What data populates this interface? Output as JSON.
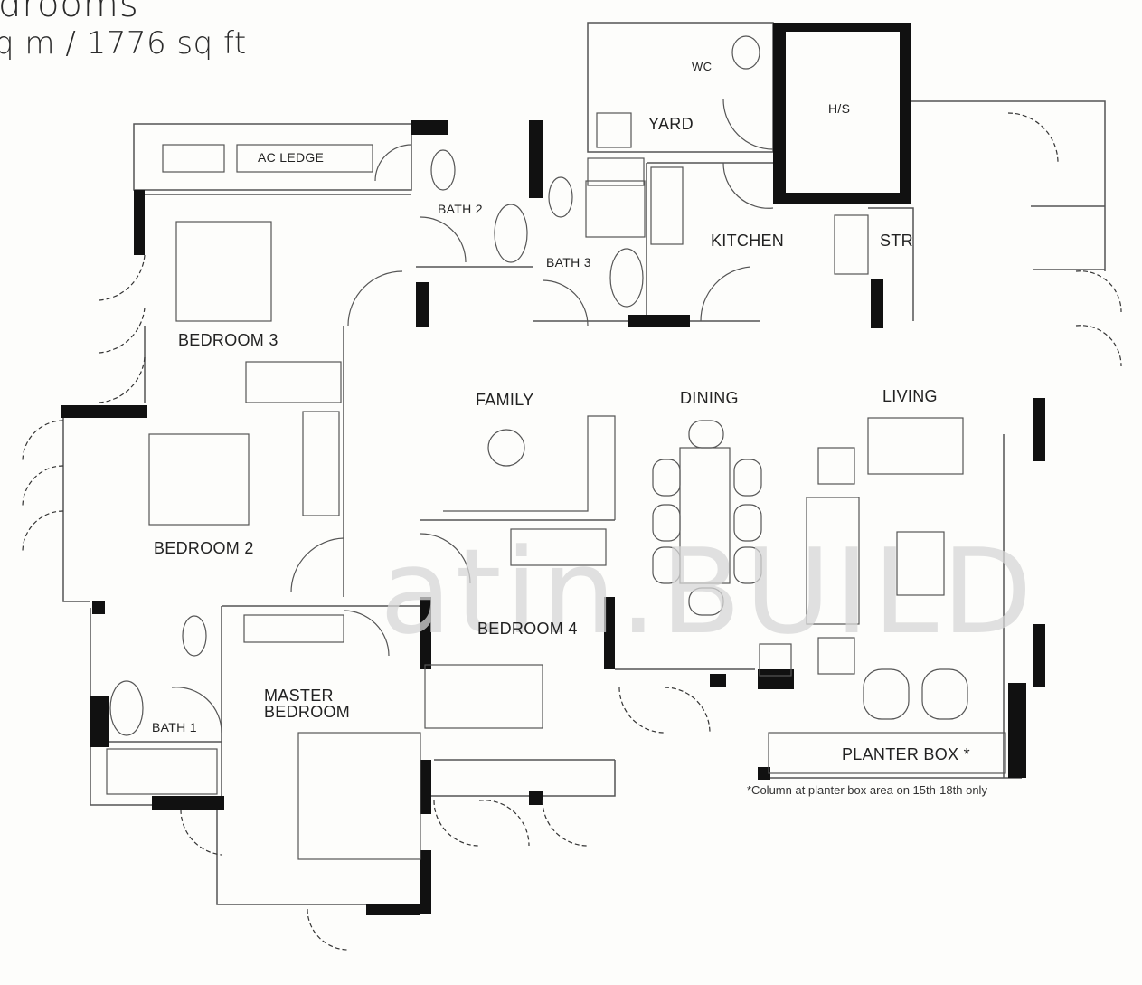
{
  "header": {
    "line1": "drooms",
    "line2": "q m / 1776 sq ft"
  },
  "rooms": {
    "ac_ledge": "AC LEDGE",
    "bath2": "BATH 2",
    "bath3": "BATH 3",
    "wc": "WC",
    "yard": "YARD",
    "hs": "H/S",
    "kitchen": "KITCHEN",
    "str": "STR",
    "bedroom3": "BEDROOM 3",
    "family": "FAMILY",
    "dining": "DINING",
    "living": "LIVING",
    "bedroom2": "BEDROOM 2",
    "bedroom4": "BEDROOM 4",
    "master_line1": "MASTER",
    "master_line2": "BEDROOM",
    "bath1": "BATH 1",
    "planter": "PLANTER BOX *"
  },
  "note": "*Column at planter box area on 15th-18th only",
  "watermark": "atin.BUILD",
  "colors": {
    "wall": "#111111",
    "line": "#555555",
    "paper": "#fdfdfb",
    "watermark": "#d7d7d7"
  }
}
